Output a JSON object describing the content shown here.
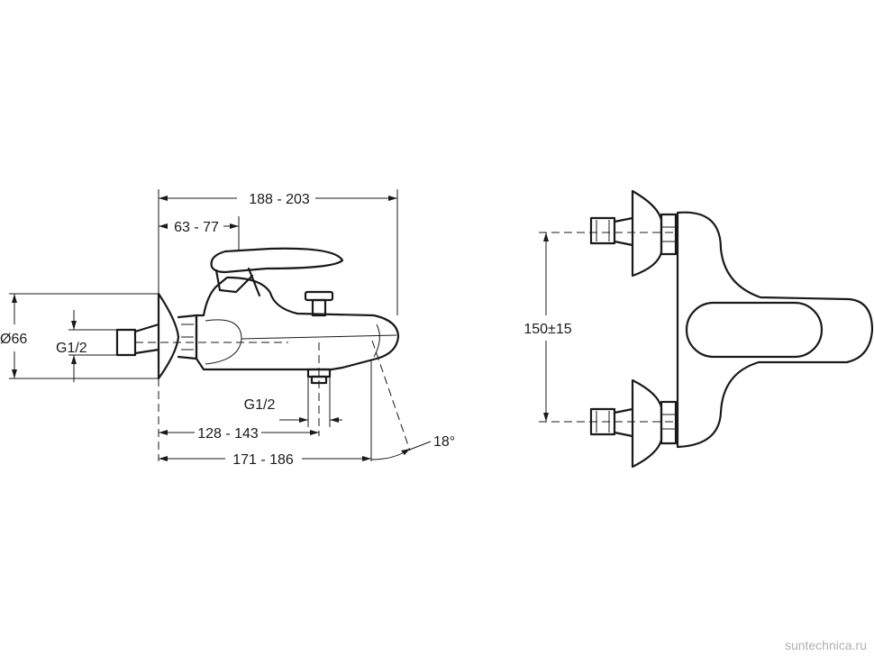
{
  "side_view": {
    "dim_total_length": "188 - 203",
    "dim_handle_offset": "63 - 77",
    "dim_diameter": "Ø66",
    "dim_inlet_thread": "G1/2",
    "dim_outlet_thread": "G1/2",
    "dim_outlet_position": "128 - 143",
    "dim_spout_length": "171 - 186",
    "dim_spout_angle": "18°"
  },
  "front_view": {
    "dim_center_distance": "150±15"
  },
  "watermark": "suntechnica.ru"
}
